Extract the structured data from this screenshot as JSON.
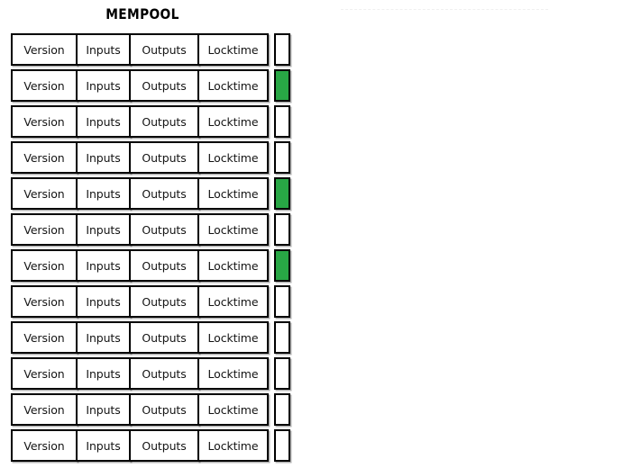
{
  "page": {
    "title": "MEMPOOL",
    "background_color": "#ffffff"
  },
  "decorations": {
    "faint_rule_color": "#efefef"
  },
  "colors": {
    "marker_selected": "#28a745",
    "marker_empty": "#ffffff",
    "border": "#000000",
    "text": "#141414"
  },
  "table": {
    "field_labels": {
      "version": "Version",
      "inputs": "Inputs",
      "outputs": "Outputs",
      "locktime": "Locktime"
    },
    "rows": [
      {
        "version": "Version",
        "inputs": "Inputs",
        "outputs": "Outputs",
        "locktime": "Locktime",
        "selected": false
      },
      {
        "version": "Version",
        "inputs": "Inputs",
        "outputs": "Outputs",
        "locktime": "Locktime",
        "selected": true
      },
      {
        "version": "Version",
        "inputs": "Inputs",
        "outputs": "Outputs",
        "locktime": "Locktime",
        "selected": false
      },
      {
        "version": "Version",
        "inputs": "Inputs",
        "outputs": "Outputs",
        "locktime": "Locktime",
        "selected": false
      },
      {
        "version": "Version",
        "inputs": "Inputs",
        "outputs": "Outputs",
        "locktime": "Locktime",
        "selected": true
      },
      {
        "version": "Version",
        "inputs": "Inputs",
        "outputs": "Outputs",
        "locktime": "Locktime",
        "selected": false
      },
      {
        "version": "Version",
        "inputs": "Inputs",
        "outputs": "Outputs",
        "locktime": "Locktime",
        "selected": true
      },
      {
        "version": "Version",
        "inputs": "Inputs",
        "outputs": "Outputs",
        "locktime": "Locktime",
        "selected": false
      },
      {
        "version": "Version",
        "inputs": "Inputs",
        "outputs": "Outputs",
        "locktime": "Locktime",
        "selected": false
      },
      {
        "version": "Version",
        "inputs": "Inputs",
        "outputs": "Outputs",
        "locktime": "Locktime",
        "selected": false
      },
      {
        "version": "Version",
        "inputs": "Inputs",
        "outputs": "Outputs",
        "locktime": "Locktime",
        "selected": false
      },
      {
        "version": "Version",
        "inputs": "Inputs",
        "outputs": "Outputs",
        "locktime": "Locktime",
        "selected": false
      }
    ]
  }
}
